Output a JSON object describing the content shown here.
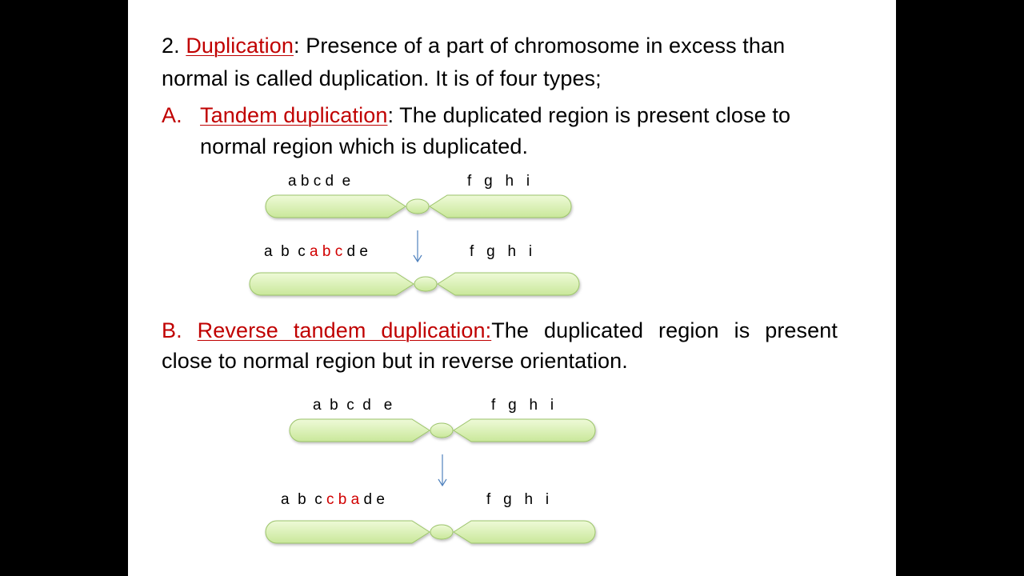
{
  "section2": {
    "number": "2.",
    "term": "Duplication",
    "sep": ":",
    "text_line1": " Presence of a part of chromosome in excess than",
    "text_line2": "normal is called duplication. It is of four types;"
  },
  "itemA": {
    "label": "A.",
    "term": "Tandem duplication",
    "text_line1": ": The duplicated region is present close to",
    "text_line2": "normal region which is duplicated."
  },
  "itemB": {
    "label": "B.",
    "term": "Reverse tandem duplication:",
    "text_line1": "The duplicated region is present",
    "text_line2": "close to normal region but in reverse orientation."
  },
  "diagramA": {
    "before_left": "a b c d  e",
    "before_right": "f   g   h   i",
    "after_left_1": "a  b  c ",
    "after_left_dup": "a b c",
    "after_left_2": " d e",
    "after_right": "f   g   h   i"
  },
  "diagramB": {
    "before_left": "a  b  c  d   e",
    "before_right": "f   g   h   i",
    "after_left_1": "a  b  c ",
    "after_left_dup": "c b a",
    "after_left_2": " d e",
    "after_right": "f   g   h   i"
  },
  "colors": {
    "term_red": "#c00000",
    "chromosome_fill": "#d9f2b0",
    "chromosome_stroke": "#9cc46a",
    "arrow": "#4f81bd"
  }
}
